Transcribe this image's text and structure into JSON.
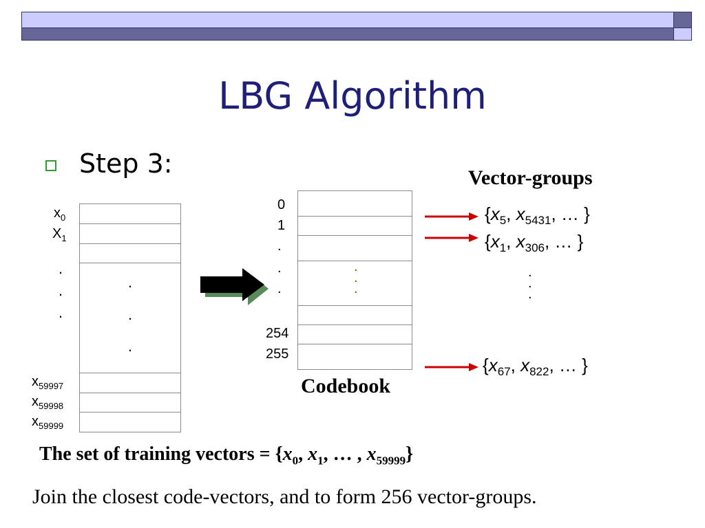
{
  "slide": {
    "title": "LBG Algorithm",
    "step_label": "Step 3:",
    "vector_groups_heading": "Vector-groups",
    "codebook_label": "Codebook",
    "join_text": "Join the closest code-vectors, and to form 256 vector-groups."
  },
  "training_labels": [
    {
      "base": "x",
      "sub": "0"
    },
    {
      "base": "X",
      "sub": "1"
    },
    {
      "base": "x",
      "sub": "59997"
    },
    {
      "base": "x",
      "sub": "59998"
    },
    {
      "base": "x",
      "sub": "59999"
    }
  ],
  "codebook_indices": [
    "0",
    "1",
    ".",
    ".",
    ".",
    "254",
    "255"
  ],
  "vector_groups": [
    {
      "open": "{",
      "a": "x",
      "a_sub": "5",
      "b": "x",
      "b_sub": "5431",
      "rest": ", … }"
    },
    {
      "open": "{",
      "a": "x",
      "a_sub": "1",
      "b": "x",
      "b_sub": "306",
      "rest": ", …  }"
    },
    {
      "open": "{",
      "a": "x",
      "a_sub": "67",
      "b": "x",
      "b_sub": "822",
      "rest": ", … }"
    }
  ],
  "set_line": {
    "prefix": "The set of training vectors = {",
    "x0": "x",
    "x0_sub": "0",
    "x1": "x",
    "x1_sub": "1",
    "mid": ", … , ",
    "xn": "x",
    "xn_sub": "59999",
    "suffix": "}"
  },
  "colors": {
    "title": "#1f1f7a",
    "bar_light": "#ccccff",
    "bar_dark": "#666699",
    "bullet": "#339933",
    "arrow_red": "#cc0000",
    "arrow_shadow": "#5a8a5a"
  }
}
